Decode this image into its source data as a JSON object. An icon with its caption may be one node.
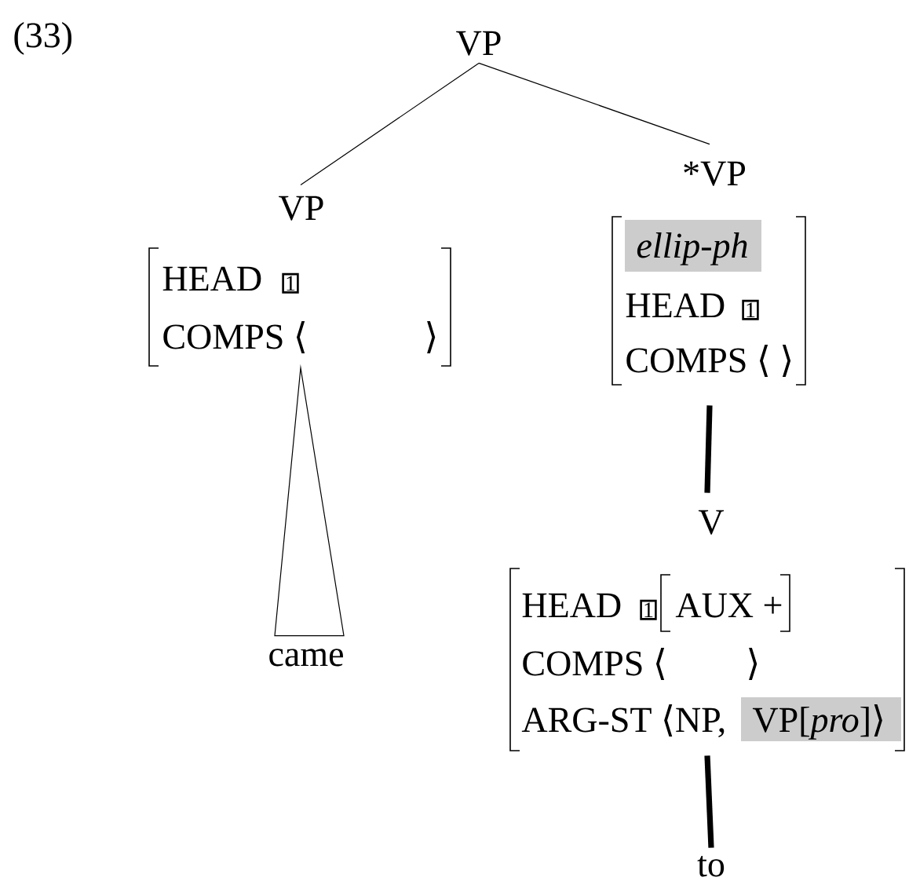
{
  "diagram": {
    "nodes": [
      {
        "text": [
          "VP"
        ]
      },
      {
        "text": [
          "VP",
          "HEAD",
          "1",
          "COMPS ⟨",
          "⟩"
        ]
      },
      {
        "text": [
          "came"
        ]
      },
      {
        "text": [
          "*VP",
          "ellip-ph",
          "HEAD",
          "1",
          "COMPS ⟨ ⟩"
        ]
      },
      {
        "text": [
          "V",
          "HEAD",
          "1",
          "AUX +",
          "COMPS ⟨",
          "⟩",
          "ARG-ST ⟨NP,",
          "VP[*pro*]⟩"
        ]
      },
      {
        "text": [
          "to"
        ]
      }
    ],
    "edges": [
      {
        "from": 0,
        "to": 1,
        "arrow": "none"
      },
      {
        "from": 0,
        "to": 3,
        "arrow": "none"
      },
      {
        "from": 1,
        "to": 2,
        "arrow": "none"
      },
      {
        "from": 3,
        "to": 4,
        "arrow": "none",
        "style": "thick"
      },
      {
        "from": 4,
        "to": 5,
        "arrow": "none",
        "style": "thick"
      }
    ],
    "labels": [
      "(33)"
    ]
  }
}
